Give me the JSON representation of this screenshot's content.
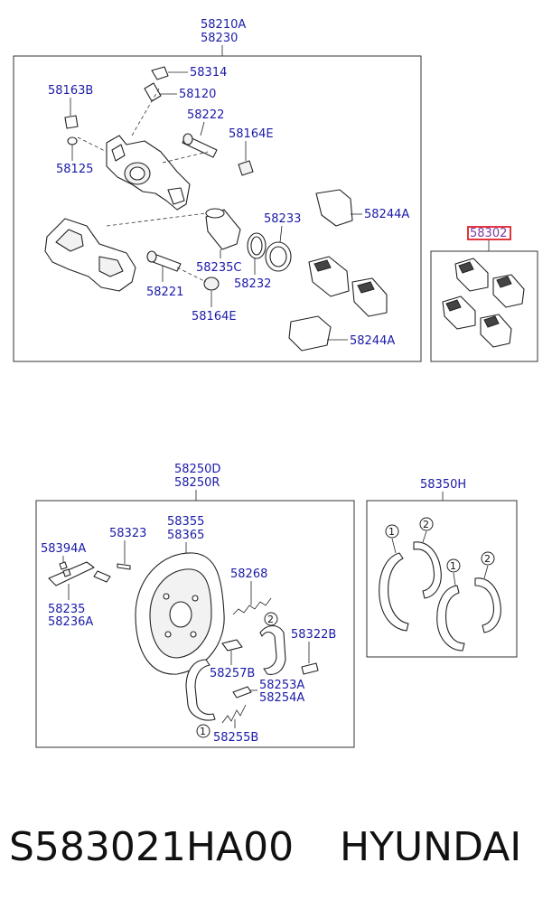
{
  "caliper_group": {
    "header_1": "58210A",
    "header_2": "58230",
    "labels": {
      "p58314": "58314",
      "p58163B": "58163B",
      "p58120": "58120",
      "p58222": "58222",
      "p58164E_top": "58164E",
      "p58125": "58125",
      "p58233": "58233",
      "p58244A_top": "58244A",
      "p58235C": "58235C",
      "p58232": "58232",
      "p58221": "58221",
      "p58164E_bottom": "58164E",
      "p58244A_bottom": "58244A"
    }
  },
  "pad_group": {
    "header": "58302",
    "highlight_color": "#e0202a"
  },
  "drum_group": {
    "header_1": "58250D",
    "header_2": "58250R",
    "labels": {
      "p58394A": "58394A",
      "p58323": "58323",
      "p58355": "58355",
      "p58365": "58365",
      "p58268": "58268",
      "p58235": "58235",
      "p58236A": "58236A",
      "p58322B": "58322B",
      "p58257B": "58257B",
      "p58253A": "58253A",
      "p58254A": "58254A",
      "p58255B": "58255B",
      "callout_1": "1",
      "callout_2": "2"
    }
  },
  "shoe_group": {
    "header": "58350H",
    "callout_1a": "1",
    "callout_2a": "2",
    "callout_1b": "1",
    "callout_2b": "2"
  },
  "footer": {
    "part_number": "S583021HA00",
    "brand": "HYUNDAI"
  },
  "colors": {
    "label_text": "#1a1aa8",
    "line": "#222222"
  }
}
